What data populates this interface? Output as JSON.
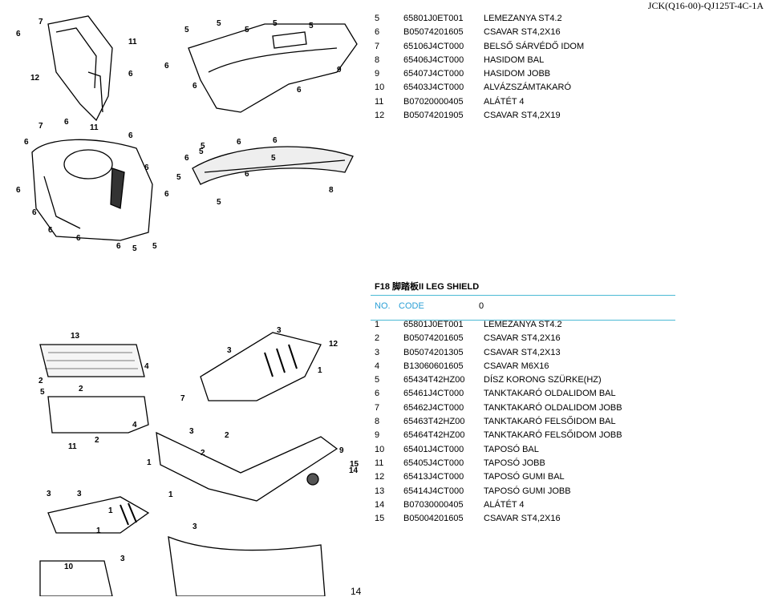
{
  "header": {
    "doc_code": "JCK(Q16-00)-QJ125T-4C-1A"
  },
  "top_table": [
    {
      "no": "5",
      "code": "65801J0ET001",
      "desc": "LEMEZANYA ST4.2"
    },
    {
      "no": "6",
      "code": "B05074201605",
      "desc": "CSAVAR ST4,2X16"
    },
    {
      "no": "7",
      "code": "65106J4CT000",
      "desc": "BELSŐ SÁRVÉDŐ IDOM"
    },
    {
      "no": "8",
      "code": "65406J4CT000",
      "desc": "HASIDOM BAL"
    },
    {
      "no": "9",
      "code": "65407J4CT000",
      "desc": "HASIDOM JOBB"
    },
    {
      "no": "10",
      "code": "65403J4CT000",
      "desc": "ALVÁZSZÁMTAKARÓ"
    },
    {
      "no": "11",
      "code": "B07020000405",
      "desc": "ALÁTÉT 4"
    },
    {
      "no": "12",
      "code": "B05074201905",
      "desc": "CSAVAR ST4,2X19"
    }
  ],
  "section": {
    "title": "F18 脚踏板II LEG SHIELD",
    "col_no": "NO.",
    "col_code": "CODE",
    "col_desc": "0"
  },
  "bottom_table": [
    {
      "no": "1",
      "code": "65801J0ET001",
      "desc": "LEMEZANYA ST4.2"
    },
    {
      "no": "2",
      "code": "B05074201605",
      "desc": "CSAVAR ST4,2X16"
    },
    {
      "no": "3",
      "code": "B05074201305",
      "desc": "CSAVAR ST4,2X13"
    },
    {
      "no": "4",
      "code": "B13060601605",
      "desc": "CSAVAR M6X16"
    },
    {
      "no": "5",
      "code": "65434T42HZ00",
      "desc": "DÍSZ KORONG SZÜRKE(HZ)"
    },
    {
      "no": "6",
      "code": "65461J4CT000",
      "desc": "TANKTAKARÓ OLDALIDOM BAL"
    },
    {
      "no": "7",
      "code": "65462J4CT000",
      "desc": "TANKTAKARÓ OLDALIDOM JOBB"
    },
    {
      "no": "8",
      "code": "65463T42HZ00",
      "desc": "TANKTAKARÓ FELSŐIDOM BAL"
    },
    {
      "no": "9",
      "code": "65464T42HZ00",
      "desc": "TANKTAKARÓ FELSŐIDOM JOBB"
    },
    {
      "no": "10",
      "code": "65401J4CT000",
      "desc": "TAPOSÓ BAL"
    },
    {
      "no": "11",
      "code": "65405J4CT000",
      "desc": "TAPOSÓ JOBB"
    },
    {
      "no": "12",
      "code": "65413J4CT000",
      "desc": "TAPOSÓ GUMI BAL"
    },
    {
      "no": "13",
      "code": "65414J4CT000",
      "desc": "TAPOSÓ GUMI JOBB"
    },
    {
      "no": "14",
      "code": "B07030000405",
      "desc": "ALÁTÉT 4"
    },
    {
      "no": "15",
      "code": "B05004201605",
      "desc": "CSAVAR ST4,2X16"
    }
  ],
  "top_diagram_callouts": [
    "6",
    "7",
    "11",
    "12",
    "6",
    "5",
    "5",
    "5",
    "5",
    "5",
    "6",
    "6",
    "9",
    "6",
    "7",
    "6",
    "11",
    "6",
    "6",
    "6",
    "6",
    "6",
    "6",
    "6",
    "6",
    "6",
    "5",
    "5",
    "5",
    "6",
    "6",
    "8",
    "5",
    "6",
    "5",
    "6",
    "5",
    "5"
  ],
  "bottom_diagram_callouts": [
    "13",
    "5",
    "2",
    "4",
    "2",
    "11",
    "2",
    "4",
    "3",
    "12",
    "3",
    "7",
    "1",
    "3",
    "2",
    "2",
    "1",
    "1",
    "3",
    "9",
    "14",
    "15",
    "3",
    "3",
    "1",
    "1",
    "10",
    "3"
  ],
  "footer": {
    "page_number": "14"
  }
}
